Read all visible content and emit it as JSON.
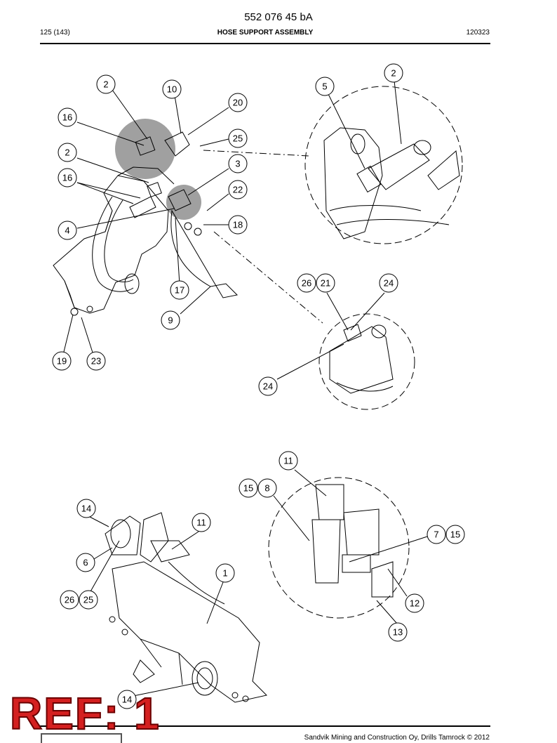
{
  "header": {
    "doc_number": "552 076 45 bA",
    "page_count": "125 (143)",
    "title": "HOSE SUPPORT ASSEMBLY",
    "date": "120323"
  },
  "callouts": {
    "c2a": "2",
    "c10": "10",
    "c20": "20",
    "c16a": "16",
    "c25a": "25",
    "c2b": "2",
    "c3": "3",
    "c16b": "16",
    "c22": "22",
    "c4": "4",
    "c18": "18",
    "c17": "17",
    "c9": "9",
    "c19": "19",
    "c23": "23",
    "c5": "5",
    "c2c": "2",
    "c26a": "26",
    "c21": "21",
    "c24a": "24",
    "c24b": "24",
    "c11a": "11",
    "c15a": "15",
    "c8": "8",
    "c7": "7",
    "c15b": "15",
    "c12": "12",
    "c13": "13",
    "c14a": "14",
    "c11b": "11",
    "c6": "6",
    "c1": "1",
    "c26b": "26",
    "c25b": "25",
    "c14b": "14"
  },
  "stamp": {
    "ref_label": "REF: 1",
    "stamp_color": "#d42020"
  },
  "footer": {
    "copyright": "Sandvik Mining and Construction Oy, Drills Tamrock © 2012"
  }
}
